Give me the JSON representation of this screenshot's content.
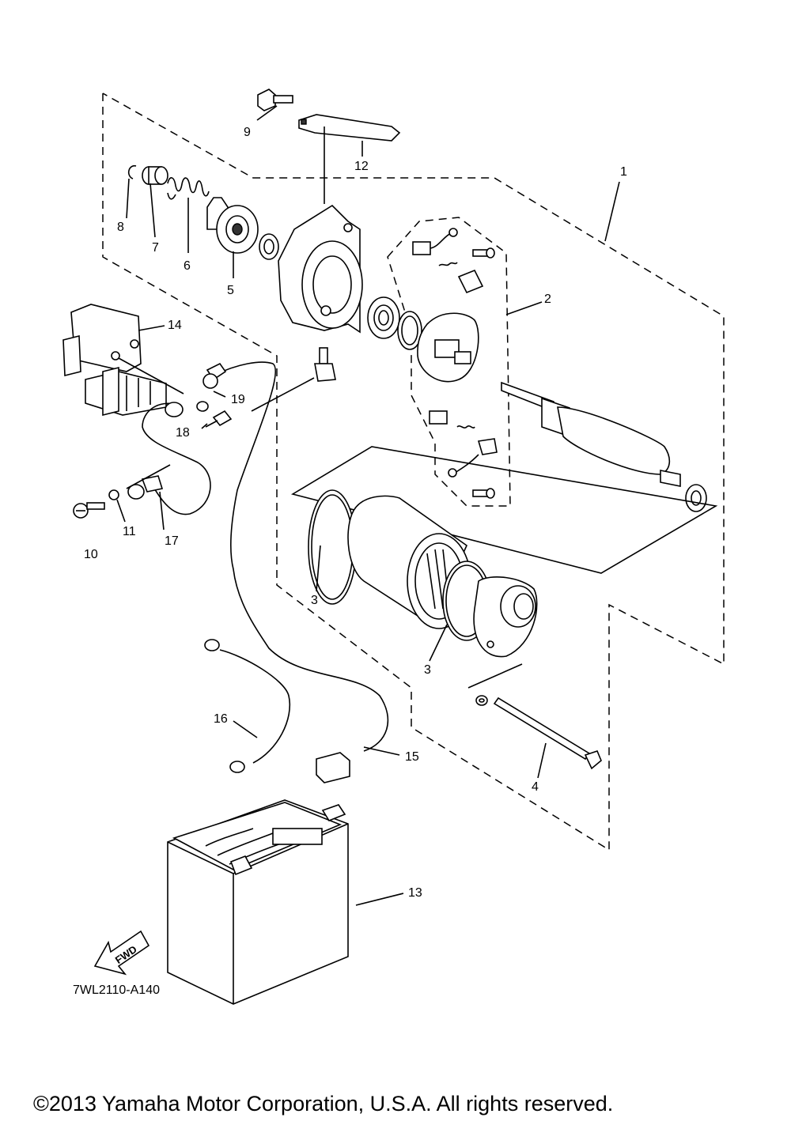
{
  "labels": {
    "p1": "1",
    "p2": "2",
    "p3a": "3",
    "p3b": "3",
    "p4": "4",
    "p5": "5",
    "p6": "6",
    "p7": "7",
    "p8": "8",
    "p9": "9",
    "p10": "10",
    "p11": "11",
    "p12": "12",
    "p13": "13",
    "p14": "14",
    "p15": "15",
    "p16": "16",
    "p17": "17",
    "p18": "18",
    "p19": "19"
  },
  "fwd_arrow": "FWD",
  "diagram_code": "7WL2110-A140",
  "copyright": "©2013 Yamaha Motor Corporation, U.S.A. All rights reserved."
}
